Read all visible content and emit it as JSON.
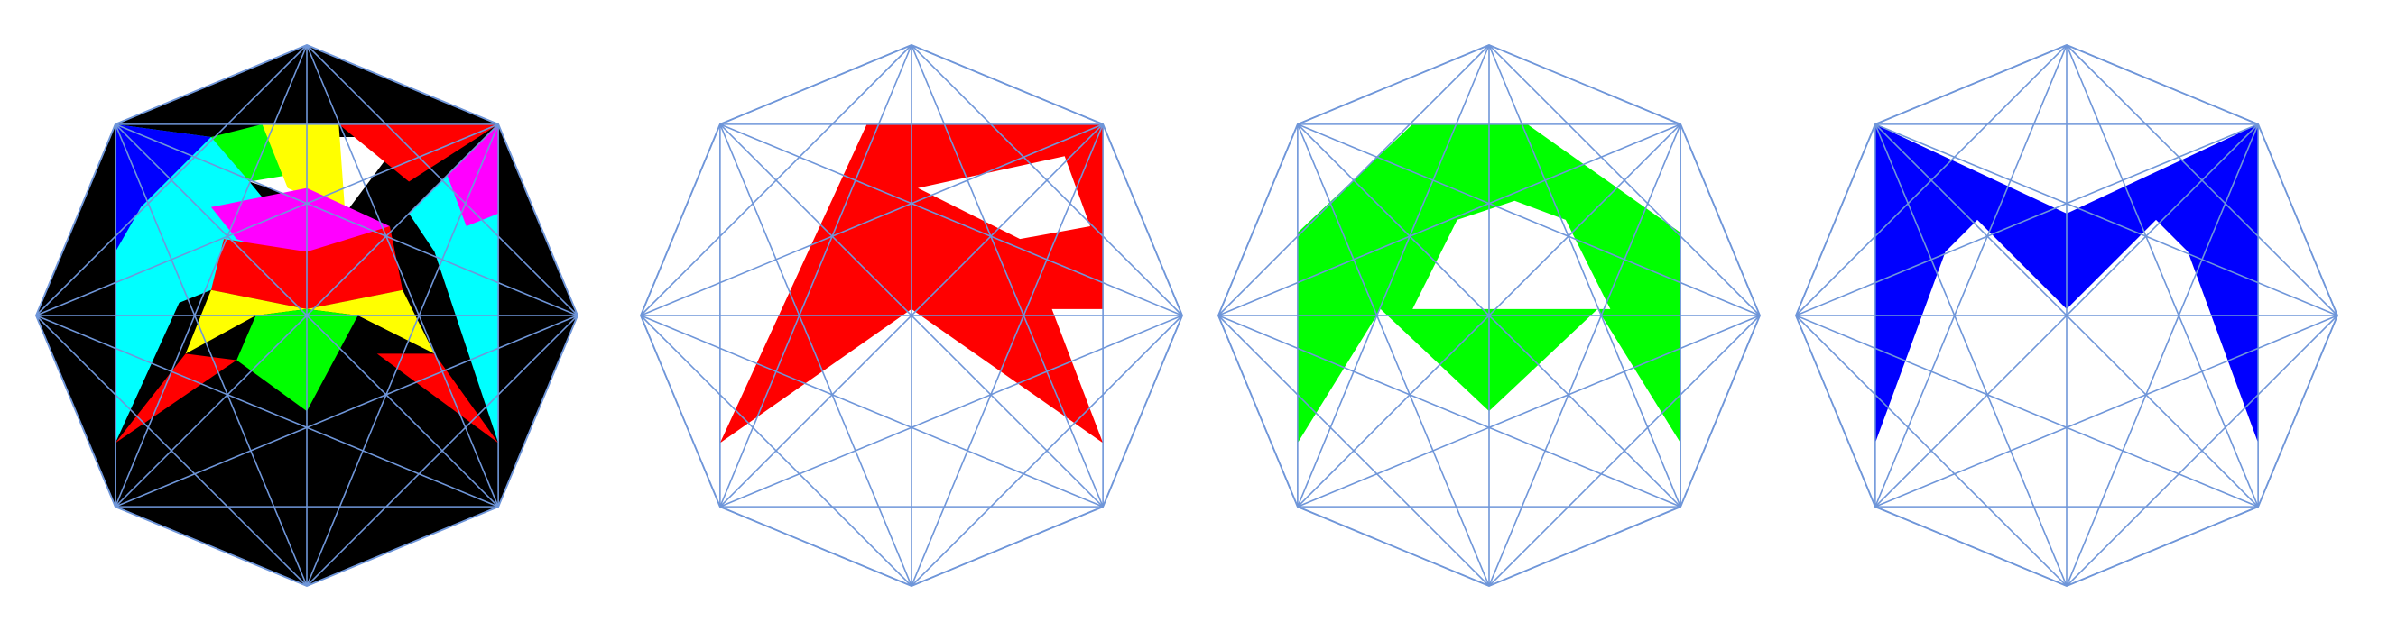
{
  "diagram": {
    "description_free": true,
    "colors": {
      "line": "#6f96d9",
      "black": "#000000",
      "white": "#ffffff",
      "red": "#ff0000",
      "green": "#00ff00",
      "blue": "#0000ff",
      "yellow": "#ffff00",
      "cyan": "#00ffff",
      "magenta": "#ff00ff"
    },
    "panels": [
      {
        "id": "composite",
        "background": "black",
        "shapes": [
          {
            "color": "white",
            "pts": [
              [
                1.5,
                0.2
              ],
              [
                4.5,
                0.2
              ],
              [
                3.6,
                1.4
              ],
              [
                2.1,
                0.9
              ]
            ]
          },
          {
            "color": "cyan",
            "pts": [
              [
                0,
                0
              ],
              [
                1.5,
                0.2
              ],
              [
                2.1,
                0.9
              ],
              [
                3,
                2
              ],
              [
                1,
                2.8
              ],
              [
                0,
                5
              ]
            ]
          },
          {
            "color": "cyan",
            "pts": [
              [
                6,
                0
              ],
              [
                6,
                5
              ],
              [
                5,
                2
              ],
              [
                4.6,
                1.4
              ]
            ]
          },
          {
            "color": "blue",
            "pts": [
              [
                0,
                0
              ],
              [
                1.5,
                0.2
              ],
              [
                0.4,
                1.3
              ],
              [
                0,
                2
              ]
            ]
          },
          {
            "color": "green",
            "pts": [
              [
                1.5,
                0.2
              ],
              [
                2.3,
                0
              ],
              [
                2.7,
                0.8
              ],
              [
                2.1,
                0.9
              ]
            ]
          },
          {
            "color": "yellow",
            "pts": [
              [
                2.3,
                0
              ],
              [
                3.5,
                0
              ],
              [
                3.6,
                1.4
              ],
              [
                2.7,
                1.0
              ]
            ]
          },
          {
            "color": "red",
            "pts": [
              [
                3.5,
                0
              ],
              [
                6,
                0
              ],
              [
                4.6,
                0.9
              ]
            ]
          },
          {
            "color": "magenta",
            "pts": [
              [
                5.2,
                0.8
              ],
              [
                6,
                0
              ],
              [
                6,
                1.4
              ],
              [
                5.5,
                1.6
              ]
            ]
          },
          {
            "color": "magenta",
            "pts": [
              [
                1.5,
                1.3
              ],
              [
                3,
                1
              ],
              [
                4.3,
                1.6
              ],
              [
                3,
                2.2
              ],
              [
                1.9,
                1.8
              ]
            ]
          },
          {
            "color": "red",
            "pts": [
              [
                1.7,
                1.8
              ],
              [
                3,
                2
              ],
              [
                3,
                2.9
              ],
              [
                1.5,
                2.6
              ]
            ]
          },
          {
            "color": "red",
            "pts": [
              [
                3,
                2
              ],
              [
                4.3,
                1.6
              ],
              [
                4.5,
                2.6
              ],
              [
                3,
                2.9
              ]
            ]
          },
          {
            "color": "yellow",
            "pts": [
              [
                1.5,
                2.6
              ],
              [
                3,
                2.9
              ],
              [
                2.2,
                3
              ],
              [
                1.1,
                3.6
              ]
            ]
          },
          {
            "color": "yellow",
            "pts": [
              [
                3,
                2.9
              ],
              [
                4.5,
                2.6
              ],
              [
                5,
                3.6
              ],
              [
                3.8,
                3
              ]
            ]
          },
          {
            "color": "green",
            "pts": [
              [
                2.2,
                3
              ],
              [
                3,
                2.9
              ],
              [
                3.8,
                3
              ],
              [
                3,
                4.5
              ],
              [
                1.9,
                3.7
              ]
            ]
          },
          {
            "color": "red",
            "pts": [
              [
                1.1,
                3.6
              ],
              [
                1.9,
                3.7
              ],
              [
                0,
                5
              ]
            ]
          },
          {
            "color": "red",
            "pts": [
              [
                4.1,
                3.6
              ],
              [
                5,
                3.6
              ],
              [
                6,
                5
              ]
            ]
          }
        ]
      },
      {
        "id": "red",
        "background": "white",
        "shapes": [
          {
            "color": "red",
            "pts": [
              [
                2.3,
                0
              ],
              [
                6,
                0
              ],
              [
                6,
                2.9
              ],
              [
                5.2,
                2.9
              ],
              [
                6,
                5
              ],
              [
                3,
                2.9
              ],
              [
                0,
                5
              ]
            ]
          },
          {
            "color": "white",
            "pts": [
              [
                3.1,
                1.0
              ],
              [
                5.4,
                0.5
              ],
              [
                5.8,
                1.6
              ],
              [
                4.7,
                1.8
              ]
            ]
          }
        ]
      },
      {
        "id": "green",
        "background": "white",
        "shapes": [
          {
            "color": "green",
            "pts": [
              [
                1.8,
                0
              ],
              [
                3.6,
                0
              ],
              [
                6,
                1.7
              ],
              [
                6,
                5
              ],
              [
                4.7,
                2.9
              ],
              [
                3.0,
                4.5
              ],
              [
                1.3,
                2.9
              ],
              [
                0,
                5
              ],
              [
                0,
                1.7
              ]
            ]
          },
          {
            "color": "white",
            "pts": [
              [
                1.8,
                2.9
              ],
              [
                2.5,
                1.5
              ],
              [
                3.4,
                1.2
              ],
              [
                4.2,
                1.5
              ],
              [
                4.9,
                2.9
              ]
            ]
          }
        ]
      },
      {
        "id": "blue",
        "background": "white",
        "shapes": [
          {
            "color": "blue",
            "pts": [
              [
                0,
                0
              ],
              [
                3,
                1.4
              ],
              [
                6,
                0
              ],
              [
                6,
                5
              ],
              [
                4.9,
                2.0
              ],
              [
                4.4,
                1.5
              ],
              [
                3,
                2.9
              ],
              [
                1.6,
                1.5
              ],
              [
                1.1,
                2.0
              ],
              [
                0,
                5
              ]
            ]
          }
        ]
      }
    ]
  }
}
